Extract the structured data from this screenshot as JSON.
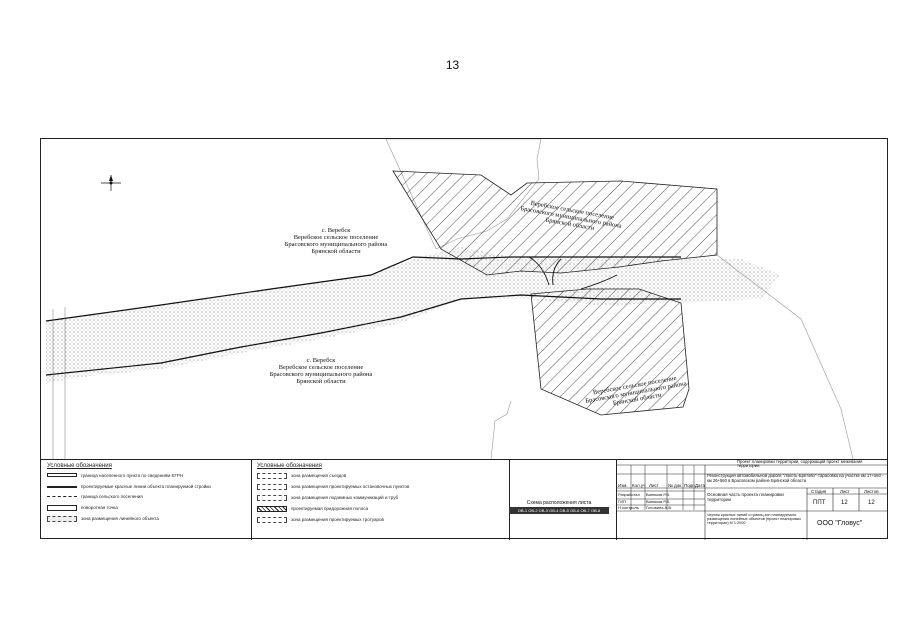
{
  "page_number": "13",
  "map": {
    "labels": {
      "village_upper": [
        "с. Веребск",
        "Веребское сельское поселение",
        "Брасовского муниципального района",
        "Брянской области"
      ],
      "settlement_top": [
        "Веребское сельское поселение",
        "Брасовского муниципального района",
        "Брянской области"
      ],
      "village_lower": [
        "с. Веребск",
        "Веребское сельское поселение",
        "Брасовского муниципального района",
        "Брянской области"
      ],
      "settlement_bottom": [
        "Веребское сельское поселение",
        "Брасовского муниципального района",
        "Брянской области"
      ]
    }
  },
  "legend_left": {
    "title": "Условные обозначения",
    "items": [
      "граница населенного пункта по сведениям ЕГРН",
      "проектируемые красные линии объекта планируемой стройки",
      "граница сельского поселения",
      "поворотная точка",
      "зона размещения линейного объекта"
    ]
  },
  "legend_right": {
    "title": "Условные обозначения",
    "items": [
      "зона размещения съездов",
      "зона размещения проектируемых остановочных пунктов",
      "зона размещения подземных коммуникаций и труб",
      "проектируемая придорожная полоса",
      "зона размещения проектируемых тротуаров"
    ]
  },
  "scheme": {
    "title": "Схема расположения листа",
    "bar": "ОВ-1 ОВ-2 ОВ-3 ОВ-4 ОВ-5 ОВ-6 ОВ-7 ОВ-8"
  },
  "stamp": {
    "project_title": "Проект планировки территории, содержащий проект межевания территории",
    "object_title": "Реконструкция автомобильной дороги \"Локоть-Бретово\"-Тарасовка на участке км 17+560 - км 26+560 в Брасовском районе Брянской области",
    "sheet_title": "Основная часть проекта планировки территории",
    "drawing_title": "Чертеж красных линий и границ зон планируемого размещения линейных объектов (проект планировки территории) М 1:2000",
    "stage_header": "Стадия",
    "sheet_header": "Лист",
    "sheets_header": "Листов",
    "stage_value": "ППТ",
    "sheet_value": "12",
    "sheets_value": "12",
    "company": "ООО \"Гловус\"",
    "col_headers": [
      "Изм.",
      "Кол.уч",
      "Лист",
      "№ док.",
      "Подп.",
      "Дата"
    ],
    "roles": [
      "Разработал",
      "ГИП",
      "Н.контроль"
    ],
    "names": [
      "Ванюков Р.В.",
      "Ванюков Р.В.",
      "Головина А.В."
    ]
  }
}
